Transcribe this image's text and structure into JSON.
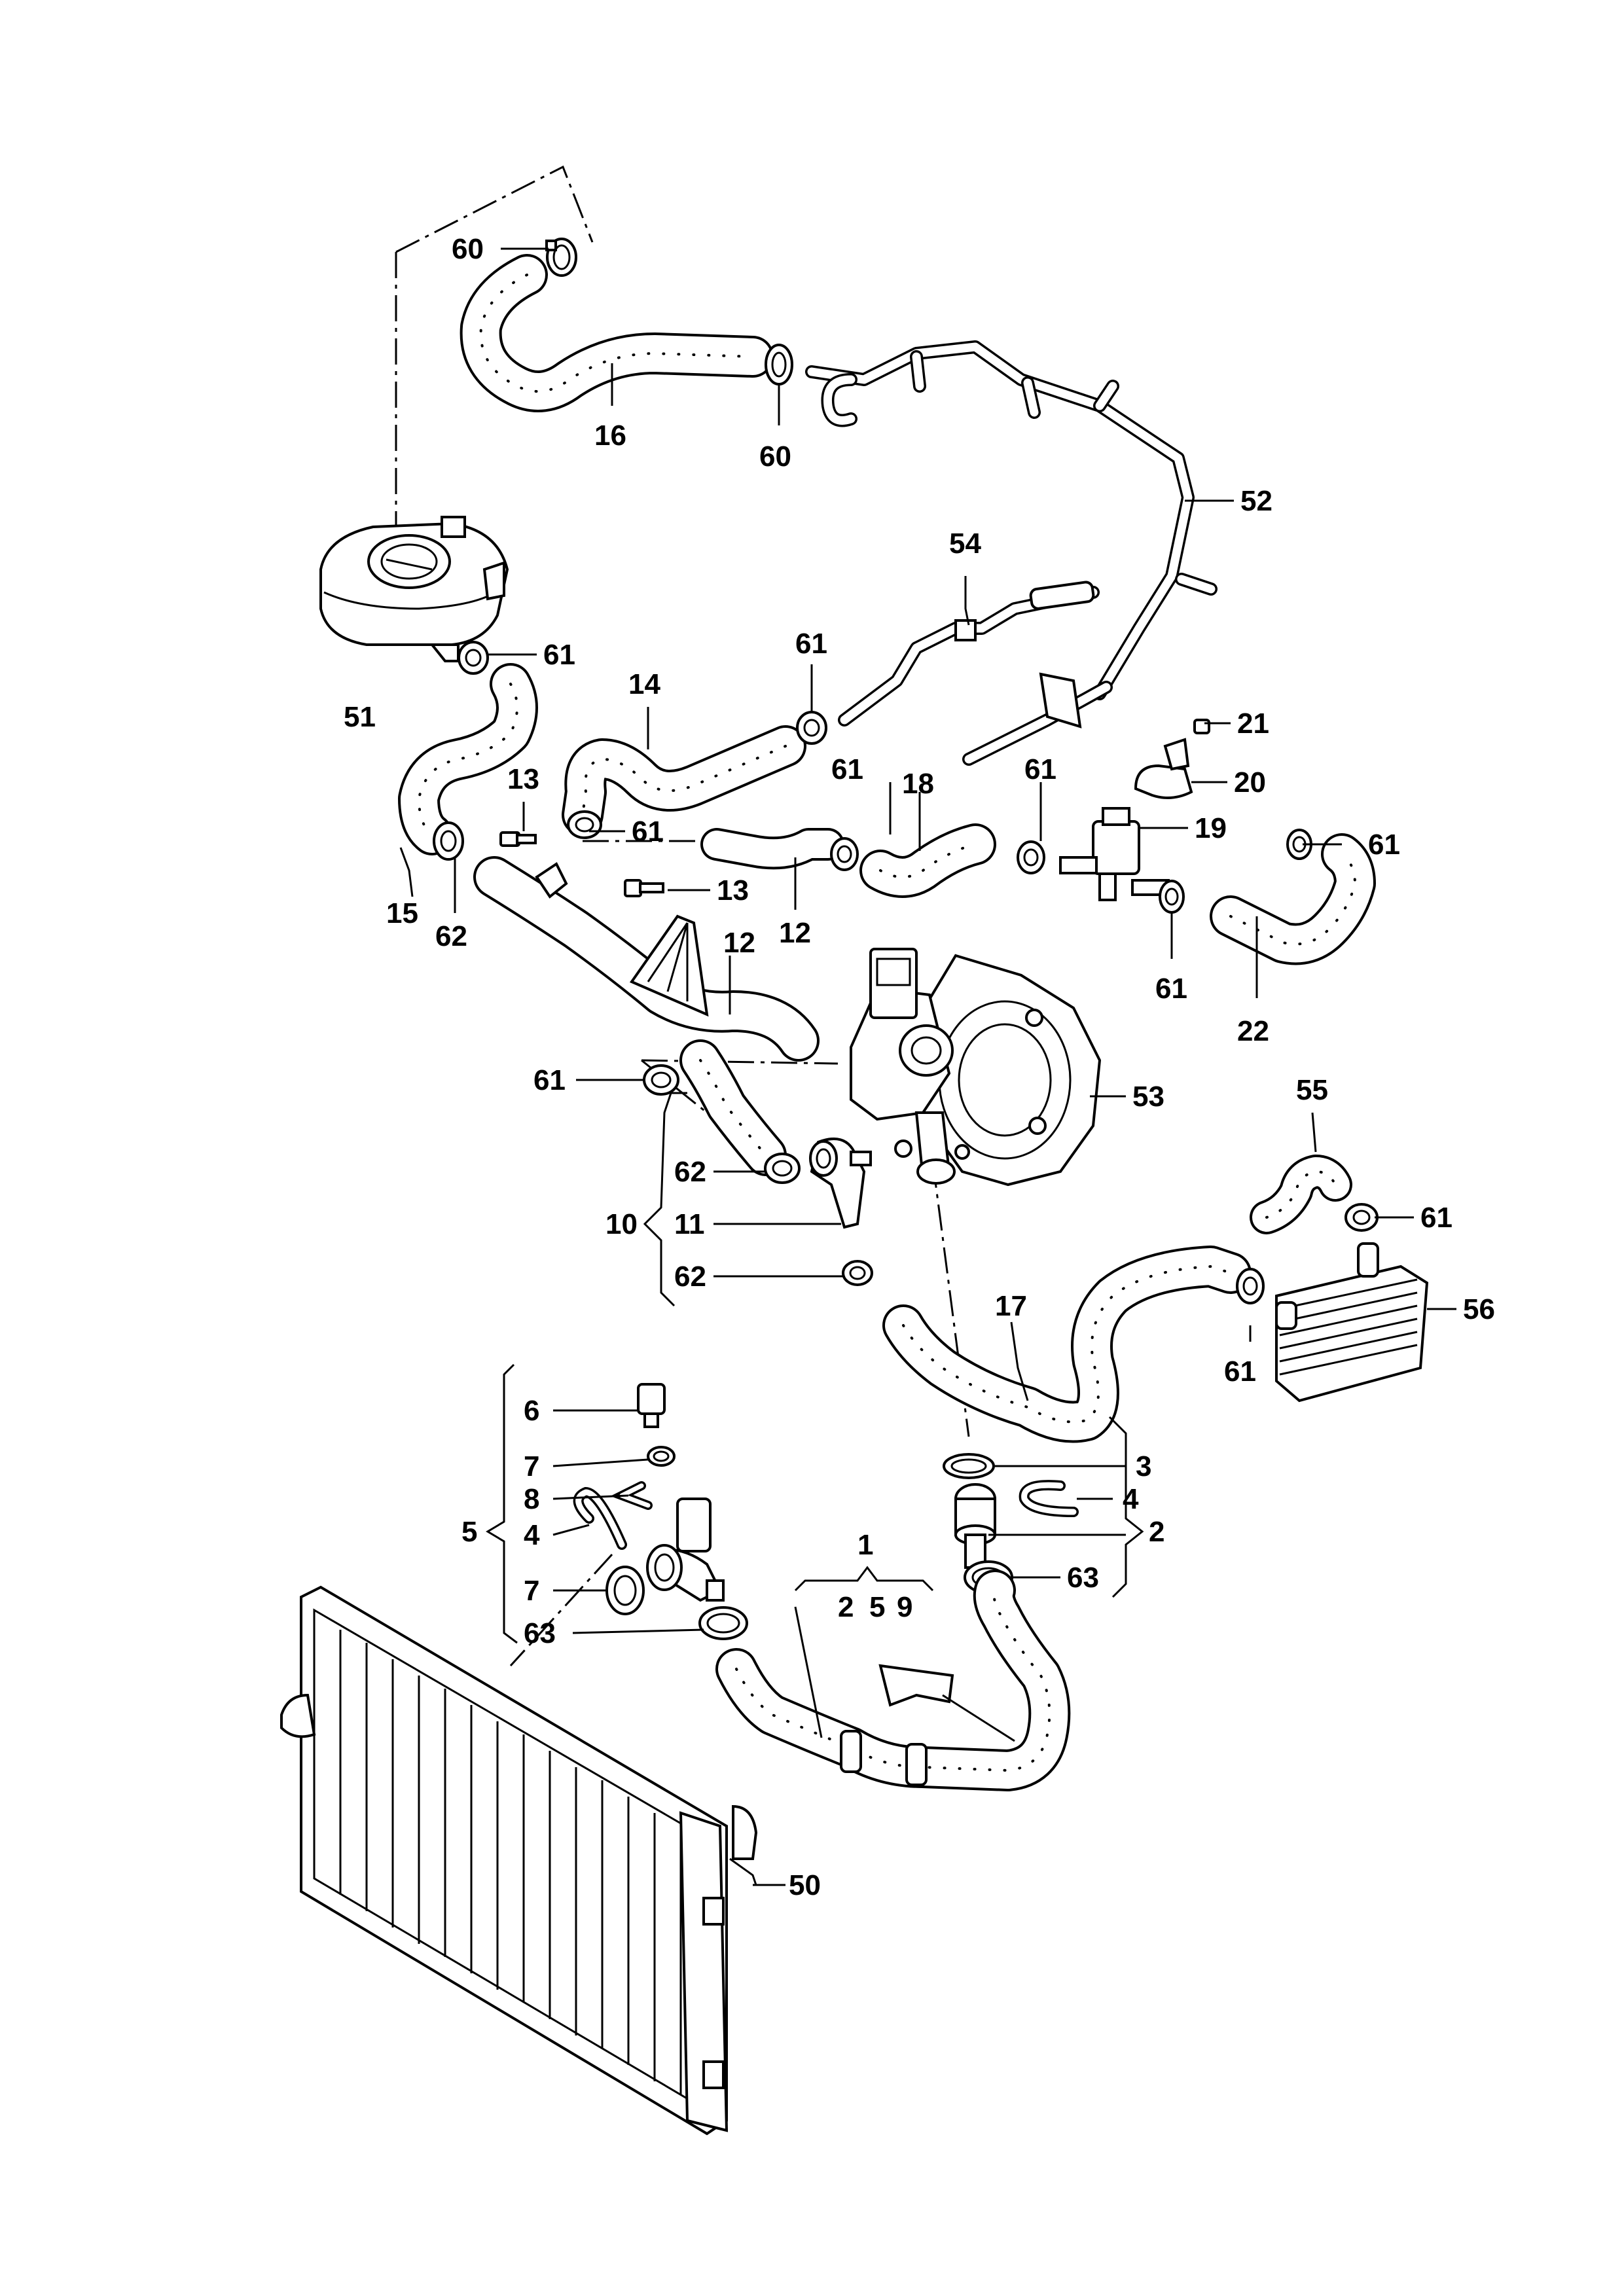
{
  "diagram": {
    "type": "exploded parts diagram",
    "callouts": [
      {
        "id": "c1",
        "text": "1"
      },
      {
        "id": "c2a",
        "text": "2"
      },
      {
        "id": "c2b",
        "text": "2"
      },
      {
        "id": "c3",
        "text": "3"
      },
      {
        "id": "c4a",
        "text": "4"
      },
      {
        "id": "c4b",
        "text": "4"
      },
      {
        "id": "c5a",
        "text": "5"
      },
      {
        "id": "c5b",
        "text": "5"
      },
      {
        "id": "c6",
        "text": "6"
      },
      {
        "id": "c7a",
        "text": "7"
      },
      {
        "id": "c7b",
        "text": "7"
      },
      {
        "id": "c8",
        "text": "8"
      },
      {
        "id": "c9",
        "text": "9"
      },
      {
        "id": "c10",
        "text": "10"
      },
      {
        "id": "c11",
        "text": "11"
      },
      {
        "id": "c12a",
        "text": "12"
      },
      {
        "id": "c12b",
        "text": "12"
      },
      {
        "id": "c13a",
        "text": "13"
      },
      {
        "id": "c13b",
        "text": "13"
      },
      {
        "id": "c14",
        "text": "14"
      },
      {
        "id": "c15",
        "text": "15"
      },
      {
        "id": "c16",
        "text": "16"
      },
      {
        "id": "c17",
        "text": "17"
      },
      {
        "id": "c18",
        "text": "18"
      },
      {
        "id": "c19",
        "text": "19"
      },
      {
        "id": "c20",
        "text": "20"
      },
      {
        "id": "c21",
        "text": "21"
      },
      {
        "id": "c22",
        "text": "22"
      },
      {
        "id": "c50",
        "text": "50"
      },
      {
        "id": "c51",
        "text": "51"
      },
      {
        "id": "c52",
        "text": "52"
      },
      {
        "id": "c53",
        "text": "53"
      },
      {
        "id": "c54",
        "text": "54"
      },
      {
        "id": "c55",
        "text": "55"
      },
      {
        "id": "c56",
        "text": "56"
      },
      {
        "id": "c60a",
        "text": "60"
      },
      {
        "id": "c60b",
        "text": "60"
      },
      {
        "id": "c61a",
        "text": "61"
      },
      {
        "id": "c61b",
        "text": "61"
      },
      {
        "id": "c61c",
        "text": "61"
      },
      {
        "id": "c61d",
        "text": "61"
      },
      {
        "id": "c61e",
        "text": "61"
      },
      {
        "id": "c61f",
        "text": "61"
      },
      {
        "id": "c61g",
        "text": "61"
      },
      {
        "id": "c61h",
        "text": "61"
      },
      {
        "id": "c61i",
        "text": "61"
      },
      {
        "id": "c61j",
        "text": "61"
      },
      {
        "id": "c62a",
        "text": "62"
      },
      {
        "id": "c62b",
        "text": "62"
      },
      {
        "id": "c62c",
        "text": "62"
      },
      {
        "id": "c63a",
        "text": "63"
      },
      {
        "id": "c63b",
        "text": "63"
      }
    ]
  }
}
